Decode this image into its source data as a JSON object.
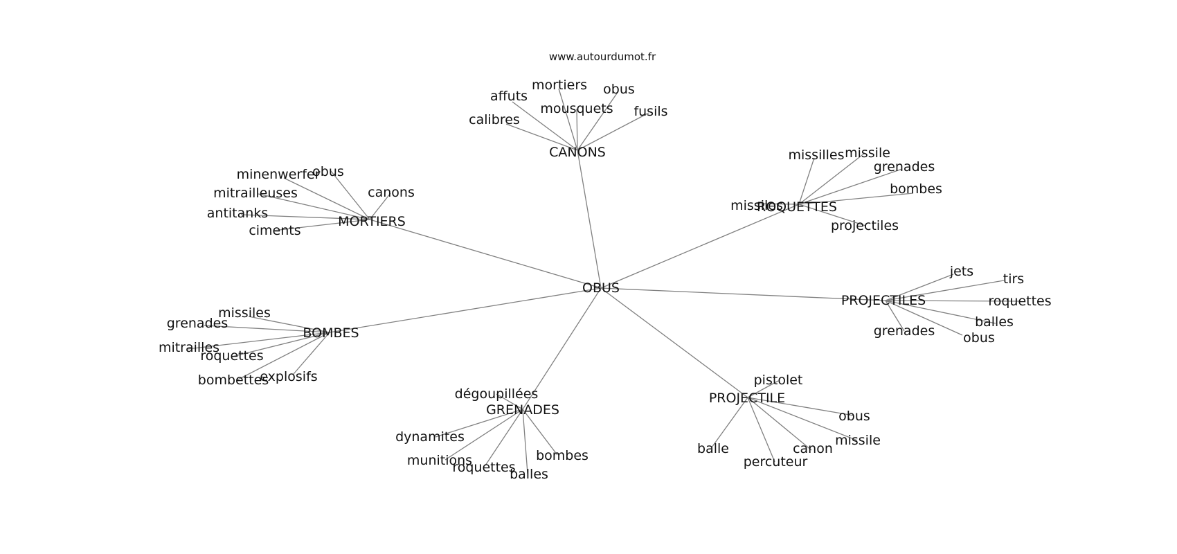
{
  "source": "www.autourdumot.fr",
  "graph": {
    "center": "OBUS",
    "groups": [
      {
        "key": "canons",
        "label": "CANONS",
        "leaves": [
          "calibres",
          "affuts",
          "mortiers",
          "mousquets",
          "obus",
          "fusils"
        ]
      },
      {
        "key": "mortiers",
        "label": "MORTIERS",
        "leaves": [
          "minenwerfer",
          "obus",
          "canons",
          "mitrailleuses",
          "antitanks",
          "ciments"
        ]
      },
      {
        "key": "roquettes",
        "label": "ROQUETTES",
        "leaves": [
          "missilles",
          "missile",
          "grenades",
          "bombes",
          "missiles",
          "projectiles"
        ]
      },
      {
        "key": "projectiles",
        "label": "PROJECTILES",
        "leaves": [
          "jets",
          "tirs",
          "roquettes",
          "balles",
          "obus",
          "grenades"
        ]
      },
      {
        "key": "bombes",
        "label": "BOMBES",
        "leaves": [
          "missiles",
          "grenades",
          "mitrailles",
          "roquettes",
          "bombettes",
          "explosifs"
        ]
      },
      {
        "key": "grenades",
        "label": "GRENADES",
        "leaves": [
          "dégoupillées",
          "dynamites",
          "munitions",
          "roquettes",
          "balles",
          "bombes"
        ]
      },
      {
        "key": "projectile",
        "label": "PROJECTILE",
        "leaves": [
          "pistolet",
          "obus",
          "missile",
          "canon",
          "percuteur",
          "balle"
        ]
      }
    ]
  }
}
